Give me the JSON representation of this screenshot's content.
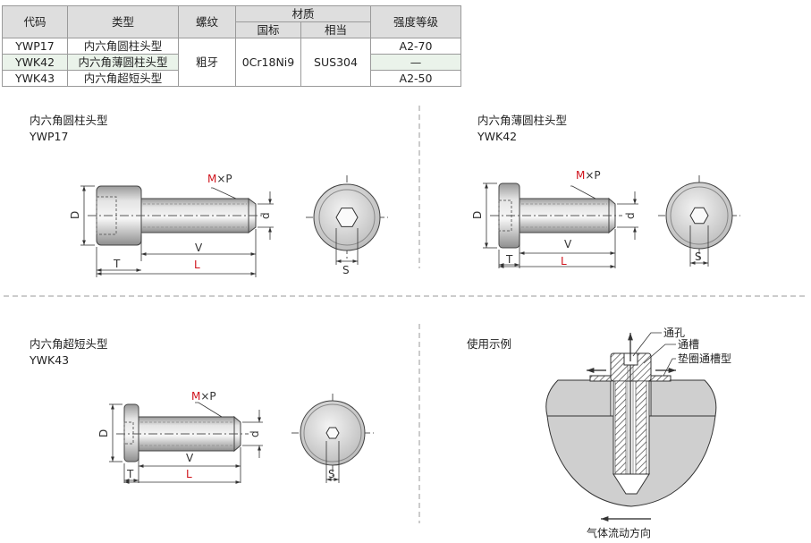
{
  "table": {
    "headers": {
      "code": "代码",
      "type": "类型",
      "thread": "螺纹",
      "material": "材质",
      "material_gb": "国标",
      "material_equiv": "相当",
      "strength": "强度等级"
    },
    "rows": [
      {
        "code": "YWP17",
        "type": "内六角圆柱头型",
        "strength": "A2-70"
      },
      {
        "code": "YWK42",
        "type": "内六角薄圆柱头型",
        "strength": "—"
      },
      {
        "code": "YWK43",
        "type": "内六角超短头型",
        "strength": "A2-50"
      }
    ],
    "shared": {
      "thread": "粗牙",
      "material_gb": "0Cr18Ni9",
      "material_equiv": "SUS304"
    }
  },
  "diagrams": {
    "ywp17": {
      "name": "内六角圆柱头型",
      "code": "YWP17"
    },
    "ywk42": {
      "name": "内六角薄圆柱头型",
      "code": "YWK42"
    },
    "ywk43": {
      "name": "内六角超短头型",
      "code": "YWK43"
    },
    "usage": {
      "title": "使用示例",
      "callout_hole": "通孔",
      "callout_groove": "通槽",
      "callout_washer": "垫圈通槽型",
      "flow": "气体流动方向"
    }
  },
  "dims": {
    "M": "M",
    "x_P": "×P",
    "D": "D",
    "d": "d",
    "V": "V",
    "L": "L",
    "T": "T",
    "S": "S"
  },
  "colors": {
    "accent_red": "#d0121b",
    "header_gray": "#dedede",
    "row_green": "#eaf3ea",
    "line": "#333333"
  }
}
